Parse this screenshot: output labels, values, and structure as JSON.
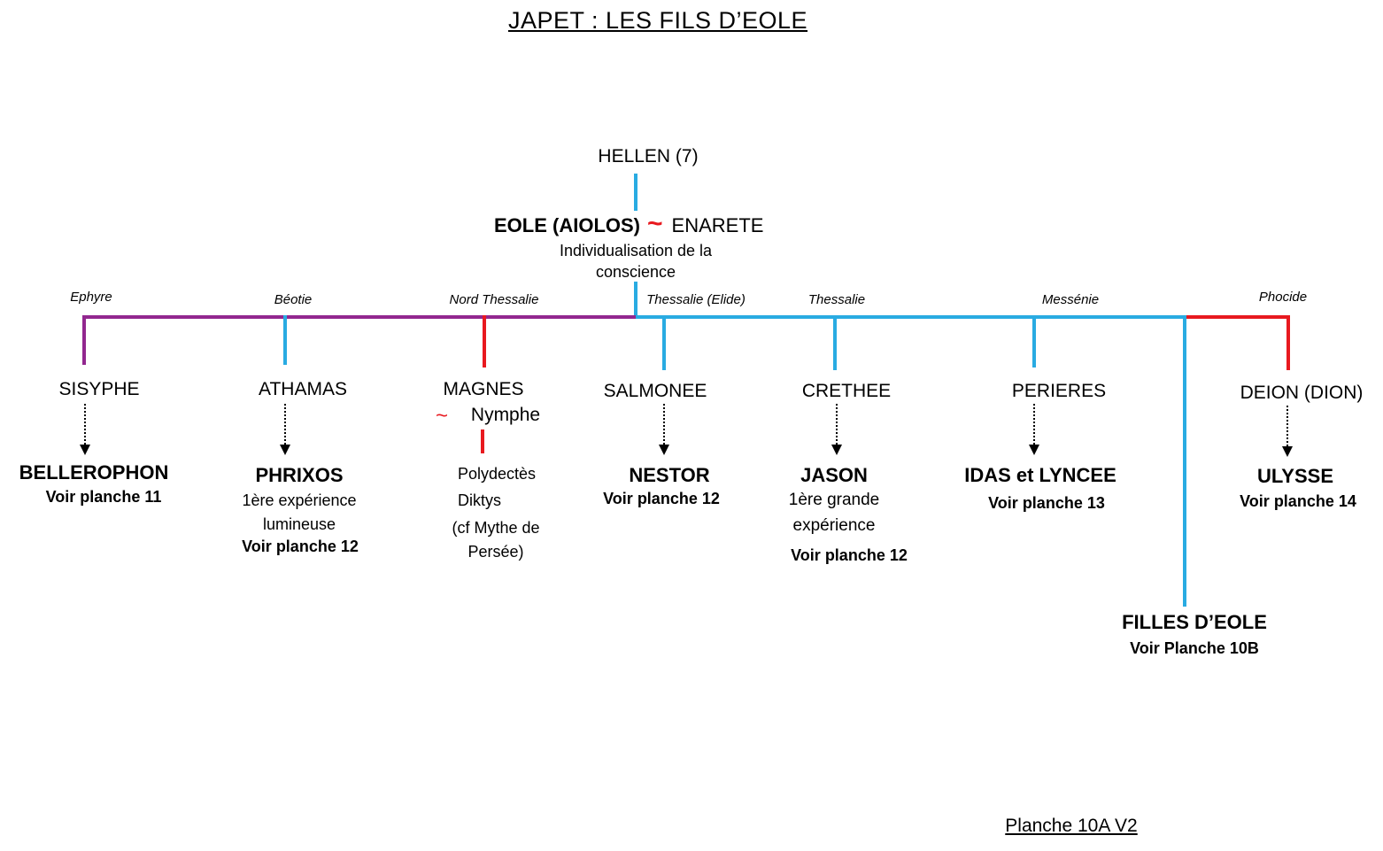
{
  "title": "JAPET : LES FILS D’EOLE",
  "footer": "Planche 10A V2",
  "colors": {
    "cyan": "#29ABE2",
    "purple": "#92278F",
    "red": "#E8191F"
  },
  "root": {
    "name": "HELLEN (7)"
  },
  "couple": {
    "husband": "EOLE (AIOLOS)",
    "union_symbol": "~",
    "wife": "ENARETE",
    "note": "Individualisation de la conscience"
  },
  "branches": [
    {
      "region": "Ephyre",
      "child": "SISYPHE",
      "descendant": "BELLEROPHON",
      "reference": "Voir planche 11"
    },
    {
      "region": "Béotie",
      "child": "ATHAMAS",
      "descendant": "PHRIXOS",
      "note": "1ère expérience lumineuse",
      "reference": "Voir planche 12"
    },
    {
      "region": "Nord Thessalie",
      "child": "MAGNES",
      "union_symbol": "~",
      "spouse": "Nymphe",
      "children": [
        "Polydectès",
        "Diktys"
      ],
      "note": "(cf Mythe de Persée)"
    },
    {
      "region": "Thessalie (Elide)",
      "child": "SALMONEE",
      "descendant": "NESTOR",
      "reference": "Voir planche 12"
    },
    {
      "region": "Thessalie",
      "child": "CRETHEE",
      "descendant": "JASON",
      "note": "1ère grande expérience",
      "reference": "Voir planche 12"
    },
    {
      "region": "Messénie",
      "child": "PERIERES",
      "descendant": "IDAS et LYNCEE",
      "reference": "Voir planche 13"
    },
    {
      "region": "Phocide",
      "child": "DEION (DION)",
      "descendant": "ULYSSE",
      "reference": "Voir planche 14"
    },
    {
      "child": "FILLES D’EOLE",
      "reference": "Voir Planche 10B"
    }
  ]
}
